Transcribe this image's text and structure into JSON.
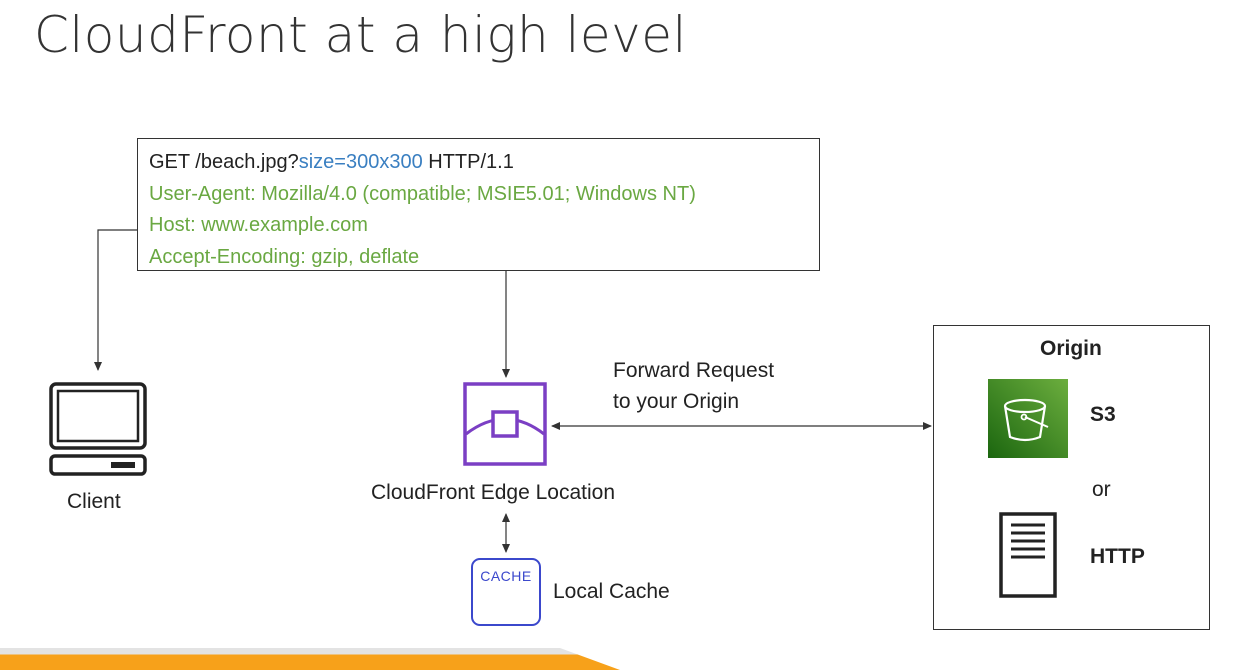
{
  "slide": {
    "title": "CloudFront at a high level"
  },
  "request": {
    "line1_prefix": "GET /beach.jpg?",
    "line1_param": "size=300x300",
    "line1_suffix": " HTTP/1.1",
    "user_agent": "User-Agent: Mozilla/4.0 (compatible; MSIE5.01; Windows NT)",
    "host": "Host: www.example.com",
    "accept_encoding": "Accept-Encoding: gzip, deflate"
  },
  "client": {
    "label": "Client"
  },
  "edge": {
    "label": "CloudFront Edge Location"
  },
  "forward": {
    "line1": "Forward Request",
    "line2": "to your Origin"
  },
  "cache": {
    "icon_text": "CACHE",
    "label": "Local Cache"
  },
  "origin": {
    "title": "Origin",
    "s3_label": "S3",
    "or_label": "or",
    "http_label": "HTTP"
  },
  "colors": {
    "blue_param": "#3a7fc1",
    "green_headers": "#6aa842",
    "edge_purple": "#7b3fc4",
    "cache_blue": "#3b48cc",
    "s3_green": "#3f8624",
    "accent_orange": "#f7a11a"
  },
  "icons": [
    "computer-icon",
    "cloudfront-edge-icon",
    "cache-icon",
    "s3-bucket-icon",
    "server-icon"
  ]
}
